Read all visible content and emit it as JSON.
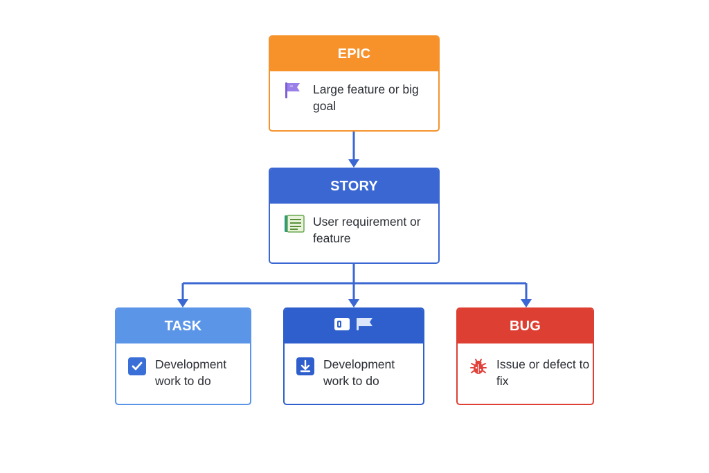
{
  "diagram": {
    "epic": {
      "title": "EPIC",
      "description": "Large feature or big goal",
      "icon": "flag-icon",
      "color": "#f7912a"
    },
    "story": {
      "title": "STORY",
      "description": "User requirement or feature",
      "icon": "notebook-icon",
      "color": "#3a67d2"
    },
    "task": {
      "title": "TASK",
      "description": "Development work to do",
      "icon": "checkbox-icon",
      "color": "#5b95e8"
    },
    "subtask": {
      "title_icons": [
        "toggle-icon",
        "flag-outline-icon"
      ],
      "description": "Development work to do",
      "icon": "download-icon",
      "color": "#2f5fcc"
    },
    "bug": {
      "title": "BUG",
      "description": "Issue or defect to fix",
      "icon": "bug-icon",
      "color": "#de3f33"
    },
    "connector_color": "#3a67d2",
    "edges": [
      [
        "epic",
        "story"
      ],
      [
        "story",
        "task"
      ],
      [
        "story",
        "subtask"
      ],
      [
        "story",
        "bug"
      ]
    ]
  }
}
